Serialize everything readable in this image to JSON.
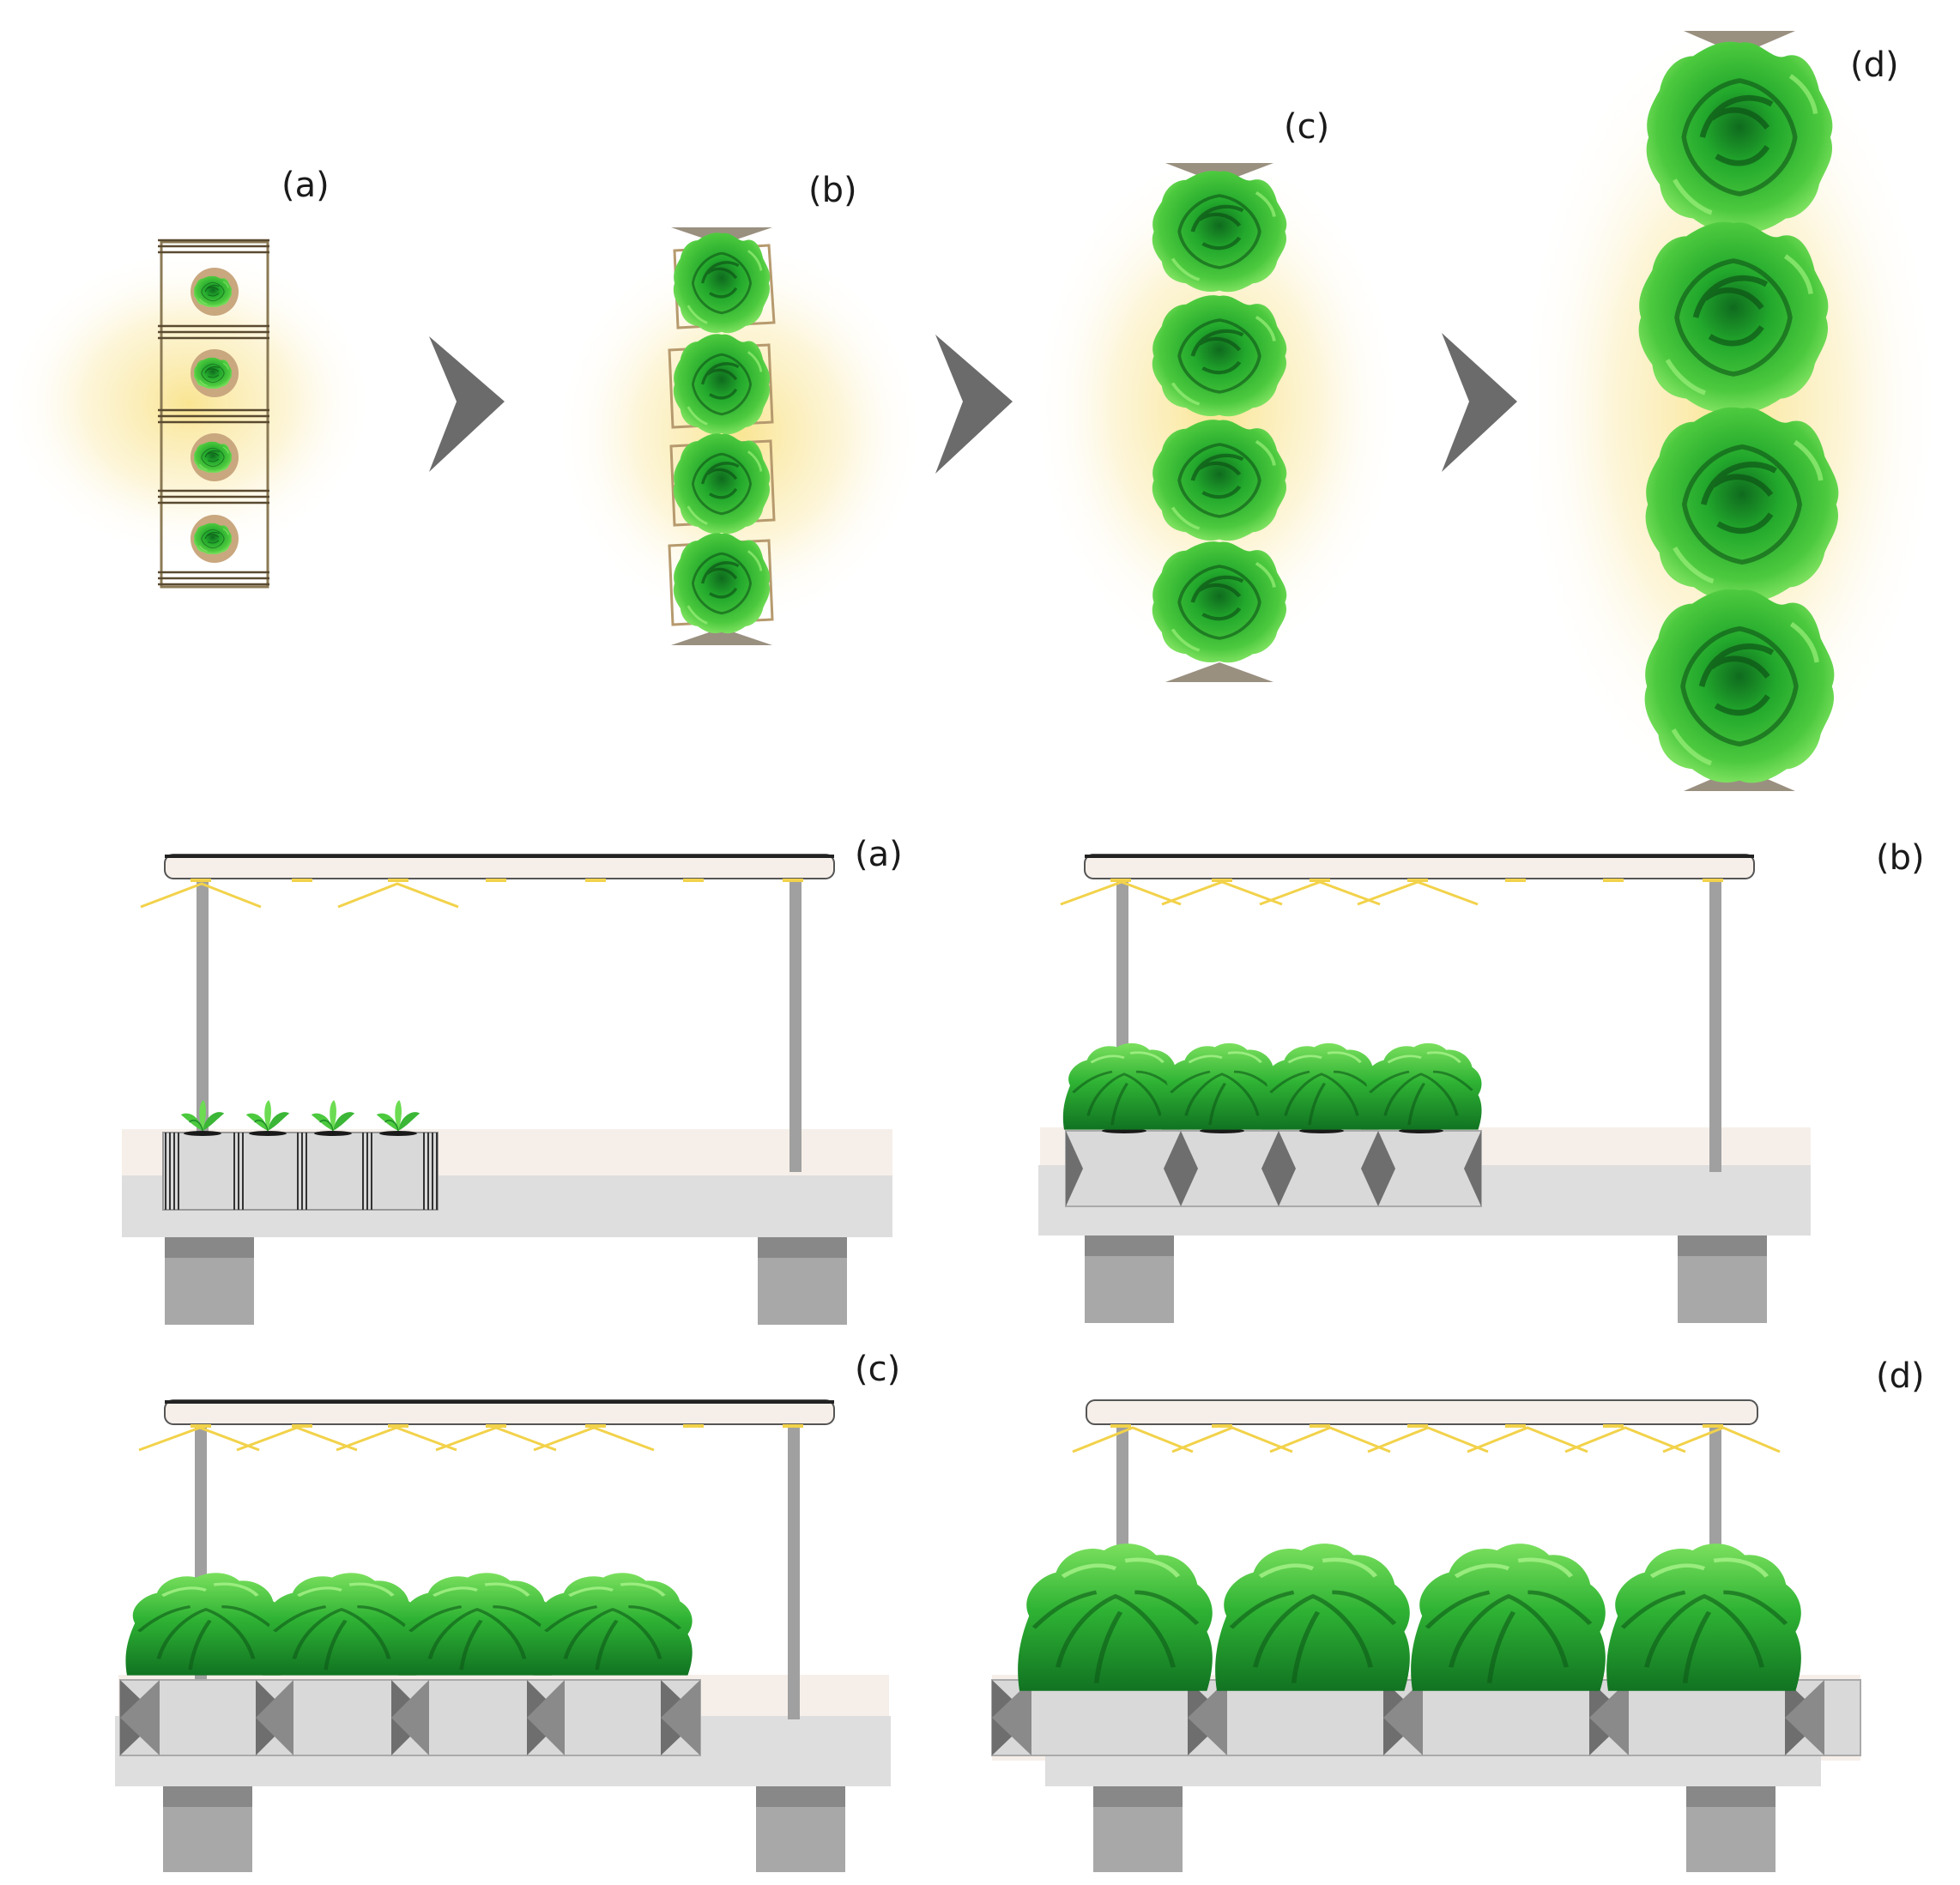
{
  "labels": {
    "top": [
      "(a)",
      "(b)",
      "(c)",
      "(d)"
    ],
    "bottom": [
      "(a)",
      "(b)",
      "(c)",
      "(d)"
    ]
  },
  "colors": {
    "glow": "#f8dc6e",
    "lettuce_light": "#5fd84a",
    "lettuce_mid": "#22a82c",
    "lettuce_dark": "#0f6a1e",
    "arrow": "#6b6b6b",
    "spacer": "#9a9080",
    "table_top": "#f6efe9",
    "table_body": "#dedede",
    "leg_dark": "#888888",
    "leg_light": "#a8a8a8",
    "lamp": "#f6efe9",
    "light_ray": "#f2d24a",
    "pot": "#d9d9d9",
    "pot_triangle": "#707070"
  },
  "icons": [
    "arrow-right-icon",
    "lettuce-icon",
    "lamp-icon",
    "pot-icon"
  ]
}
